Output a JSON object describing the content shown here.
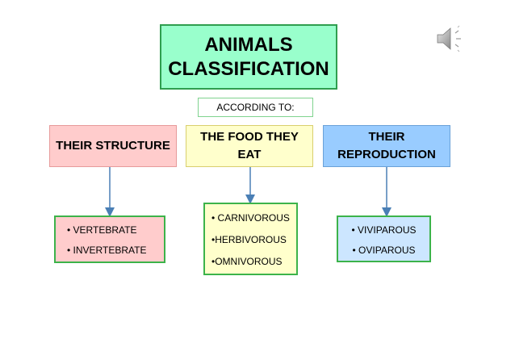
{
  "title": {
    "line1": "ANIMALS",
    "line2": "CLASSIFICATION"
  },
  "according_to": "ACCORDING TO:",
  "categories": {
    "structure": {
      "label": "THEIR STRUCTURE"
    },
    "food": {
      "label_line1": "THE FOOD THEY",
      "label_line2": "EAT"
    },
    "reproduction": {
      "label_line1": "THEIR",
      "label_line2": "REPRODUCTION"
    }
  },
  "lists": {
    "structure": [
      "•  VERTEBRATE",
      "•  INVERTEBRATE"
    ],
    "food": [
      "• CARNIVOROUS",
      "•HERBIVOROUS",
      "•OMNIVOROUS"
    ],
    "reproduction": [
      "• VIVIPAROUS",
      "• OVIPAROUS"
    ]
  },
  "colors": {
    "title_fill": "#99ffcc",
    "structure_fill": "#ffcccc",
    "food_fill": "#ffffcc",
    "reproduction_fill": "#99ccff",
    "arrow": "#4a7fb5"
  },
  "icons": {
    "audio": "speaker-icon"
  }
}
